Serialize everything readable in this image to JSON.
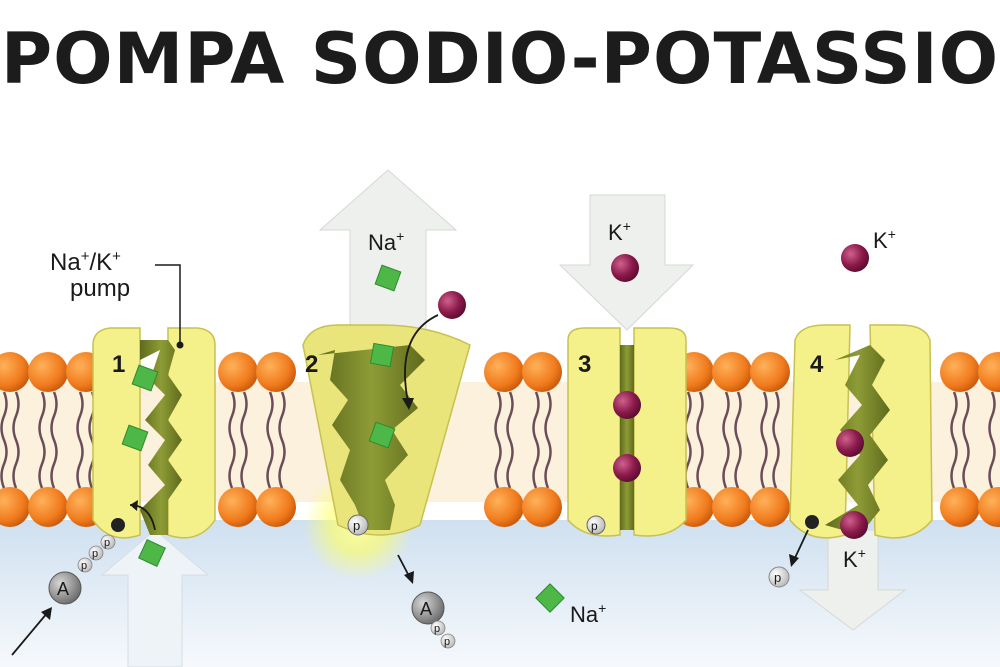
{
  "title": "POMPA SODIO-POTASSIO",
  "pump_label": {
    "line1": "Na",
    "sup1": "+",
    "sep": "/K",
    "sup2": "+",
    "line2": "pump"
  },
  "steps": [
    "1",
    "2",
    "3",
    "4"
  ],
  "ions": {
    "na": "Na",
    "k": "K",
    "plus": "+"
  },
  "phosphate": "p",
  "adenosine": "A",
  "colors": {
    "title": "#1c1c1c",
    "lipid_head": "#f07a1c",
    "lipid_tail": "#6b4e5a",
    "protein": "#f4f08a",
    "protein_channel": "#7c8a2a",
    "sodium": "#4db848",
    "potassium": "#8a1a4a",
    "cytoplasm": "#dbe9f5",
    "arrow": "#eef0ee"
  }
}
